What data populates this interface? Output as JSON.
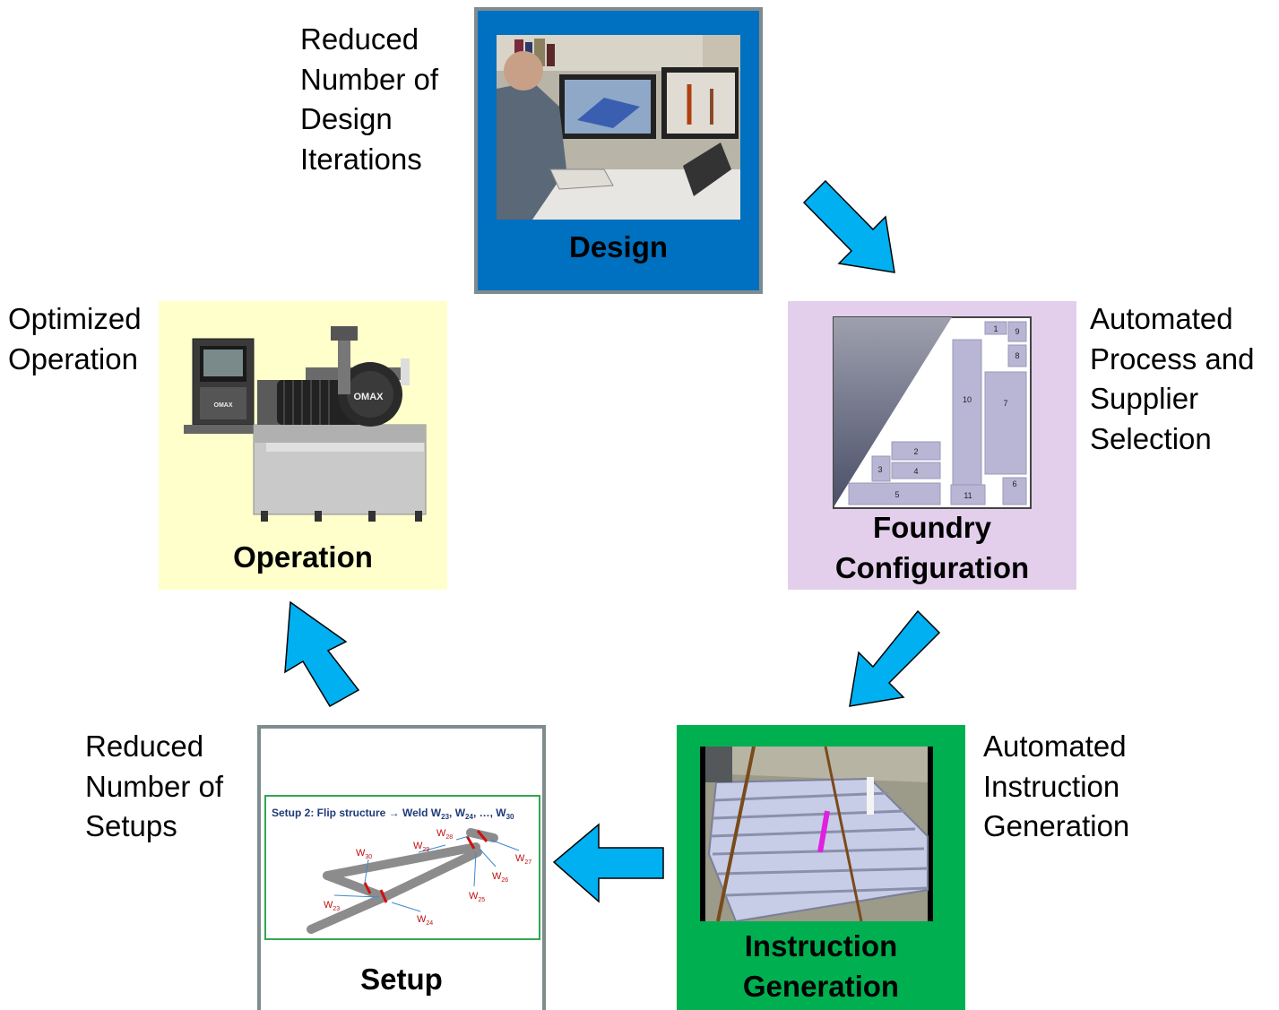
{
  "stages": {
    "design": {
      "title": "Design",
      "note": "Reduced\nNumber of\nDesign\nIterations"
    },
    "foundry": {
      "title": "Foundry\nConfiguration",
      "note": "Automated\nProcess and\nSupplier\nSelection"
    },
    "instruction": {
      "title": "Instruction\nGeneration",
      "note": "Automated\nInstruction\nGeneration"
    },
    "setup": {
      "title": "Setup",
      "note": "Reduced\nNumber of\nSetups"
    },
    "operation": {
      "title": "Operation",
      "note": "Optimized\nOperation"
    }
  },
  "foundry_layout": {
    "cells": [
      "1",
      "9",
      "8",
      "10",
      "7",
      "2",
      "3",
      "4",
      "5",
      "11",
      "6"
    ]
  },
  "setup_figure": {
    "caption_prefix": "Setup 2: Flip structure → Weld W",
    "caption_subs": [
      "23",
      "24",
      "30"
    ],
    "caption_sep": ", ",
    "caption_ellipsis": "…",
    "weld_letter": "W",
    "weld_labels": [
      "30",
      "29",
      "28",
      "27",
      "26",
      "25",
      "24",
      "23"
    ]
  },
  "machine": {
    "brand": "OMAX"
  },
  "colors": {
    "arrow": "#00b0f0",
    "arrow_outline": "#000000",
    "design_bg": "#0070c0",
    "design_border": "#7f8c8d",
    "foundry_bg": "#e3cfec",
    "instruction_bg": "#00b050",
    "setup_border": "#7f8c8d",
    "operation_bg": "#ffffcc"
  }
}
